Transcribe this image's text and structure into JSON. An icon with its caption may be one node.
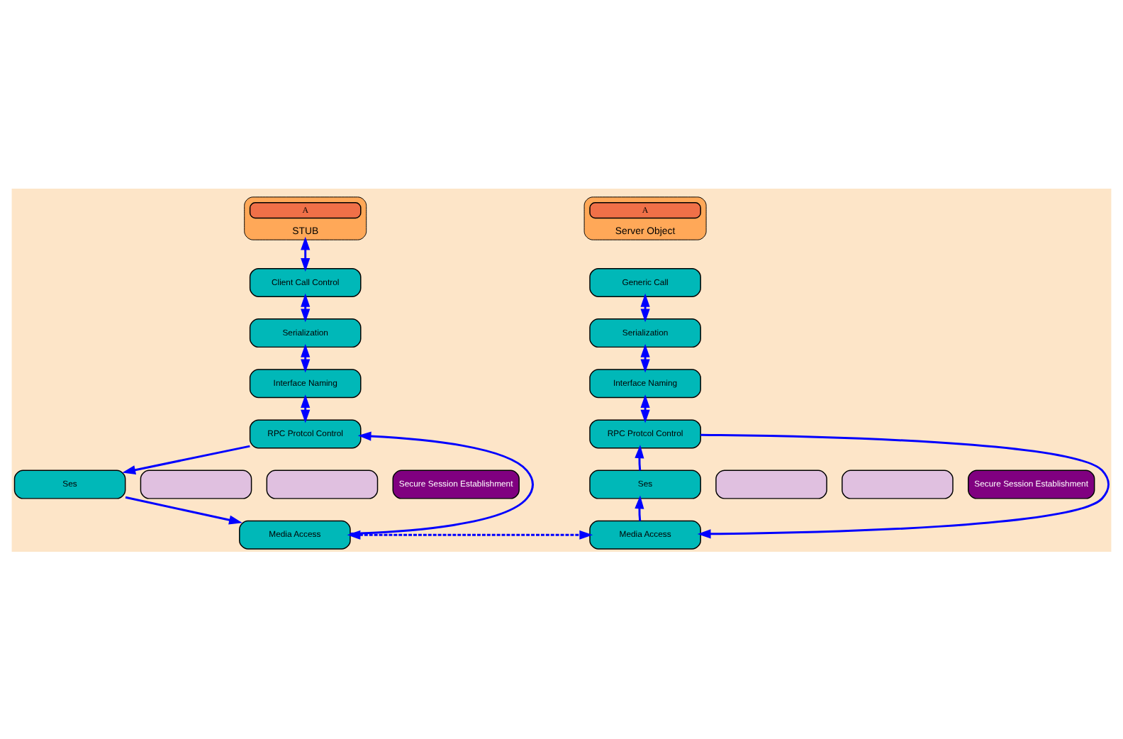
{
  "diagram": {
    "nodes": [
      {
        "text": [
          "STUB"
        ]
      },
      {
        "text": [
          "A"
        ],
        "in": 0
      },
      {
        "text": [
          "Client Call Control"
        ]
      },
      {
        "text": [
          "Serialization"
        ]
      },
      {
        "text": [
          "Interface Naming"
        ]
      },
      {
        "text": [
          "RPC Protcol Control"
        ]
      },
      {
        "text": [
          "Ses"
        ]
      },
      {
        "text": [],
        "shape": "box"
      },
      {
        "text": [],
        "shape": "box"
      },
      {
        "text": [
          "Secure Session Establishment"
        ]
      },
      {
        "text": [
          "Media Access"
        ]
      },
      {
        "text": [
          "Server Object"
        ]
      },
      {
        "text": [
          "A"
        ],
        "in": 11
      },
      {
        "text": [
          "Generic Call"
        ]
      },
      {
        "text": [
          "Serialization"
        ]
      },
      {
        "text": [
          "Interface Naming"
        ]
      },
      {
        "text": [
          "RPC Protcol Control"
        ]
      },
      {
        "text": [
          "Ses"
        ]
      },
      {
        "text": [],
        "shape": "box"
      },
      {
        "text": [],
        "shape": "box"
      },
      {
        "text": [
          "Secure Session Establishment"
        ]
      },
      {
        "text": [
          "Media Access"
        ]
      }
    ],
    "edges": [
      {
        "from": 0,
        "to": 2,
        "arrow": "both"
      },
      {
        "from": 2,
        "to": 3,
        "arrow": "both"
      },
      {
        "from": 3,
        "to": 4,
        "arrow": "both"
      },
      {
        "from": 4,
        "to": 5,
        "arrow": "both"
      },
      {
        "from": 5,
        "to": 6,
        "arrow": "to"
      },
      {
        "from": 6,
        "to": 10,
        "arrow": "to"
      },
      {
        "from": 10,
        "to": 5,
        "arrow": "to"
      },
      {
        "from": 13,
        "to": 14,
        "arrow": "both"
      },
      {
        "from": 14,
        "to": 15,
        "arrow": "both"
      },
      {
        "from": 15,
        "to": 16,
        "arrow": "both"
      },
      {
        "from": 17,
        "to": 16,
        "arrow": "to"
      },
      {
        "from": 16,
        "to": 21,
        "arrow": "to"
      },
      {
        "from": 21,
        "to": 17,
        "arrow": "to"
      },
      {
        "from": 10,
        "to": 21,
        "arrow": "both",
        "style": "dashed"
      }
    ]
  }
}
